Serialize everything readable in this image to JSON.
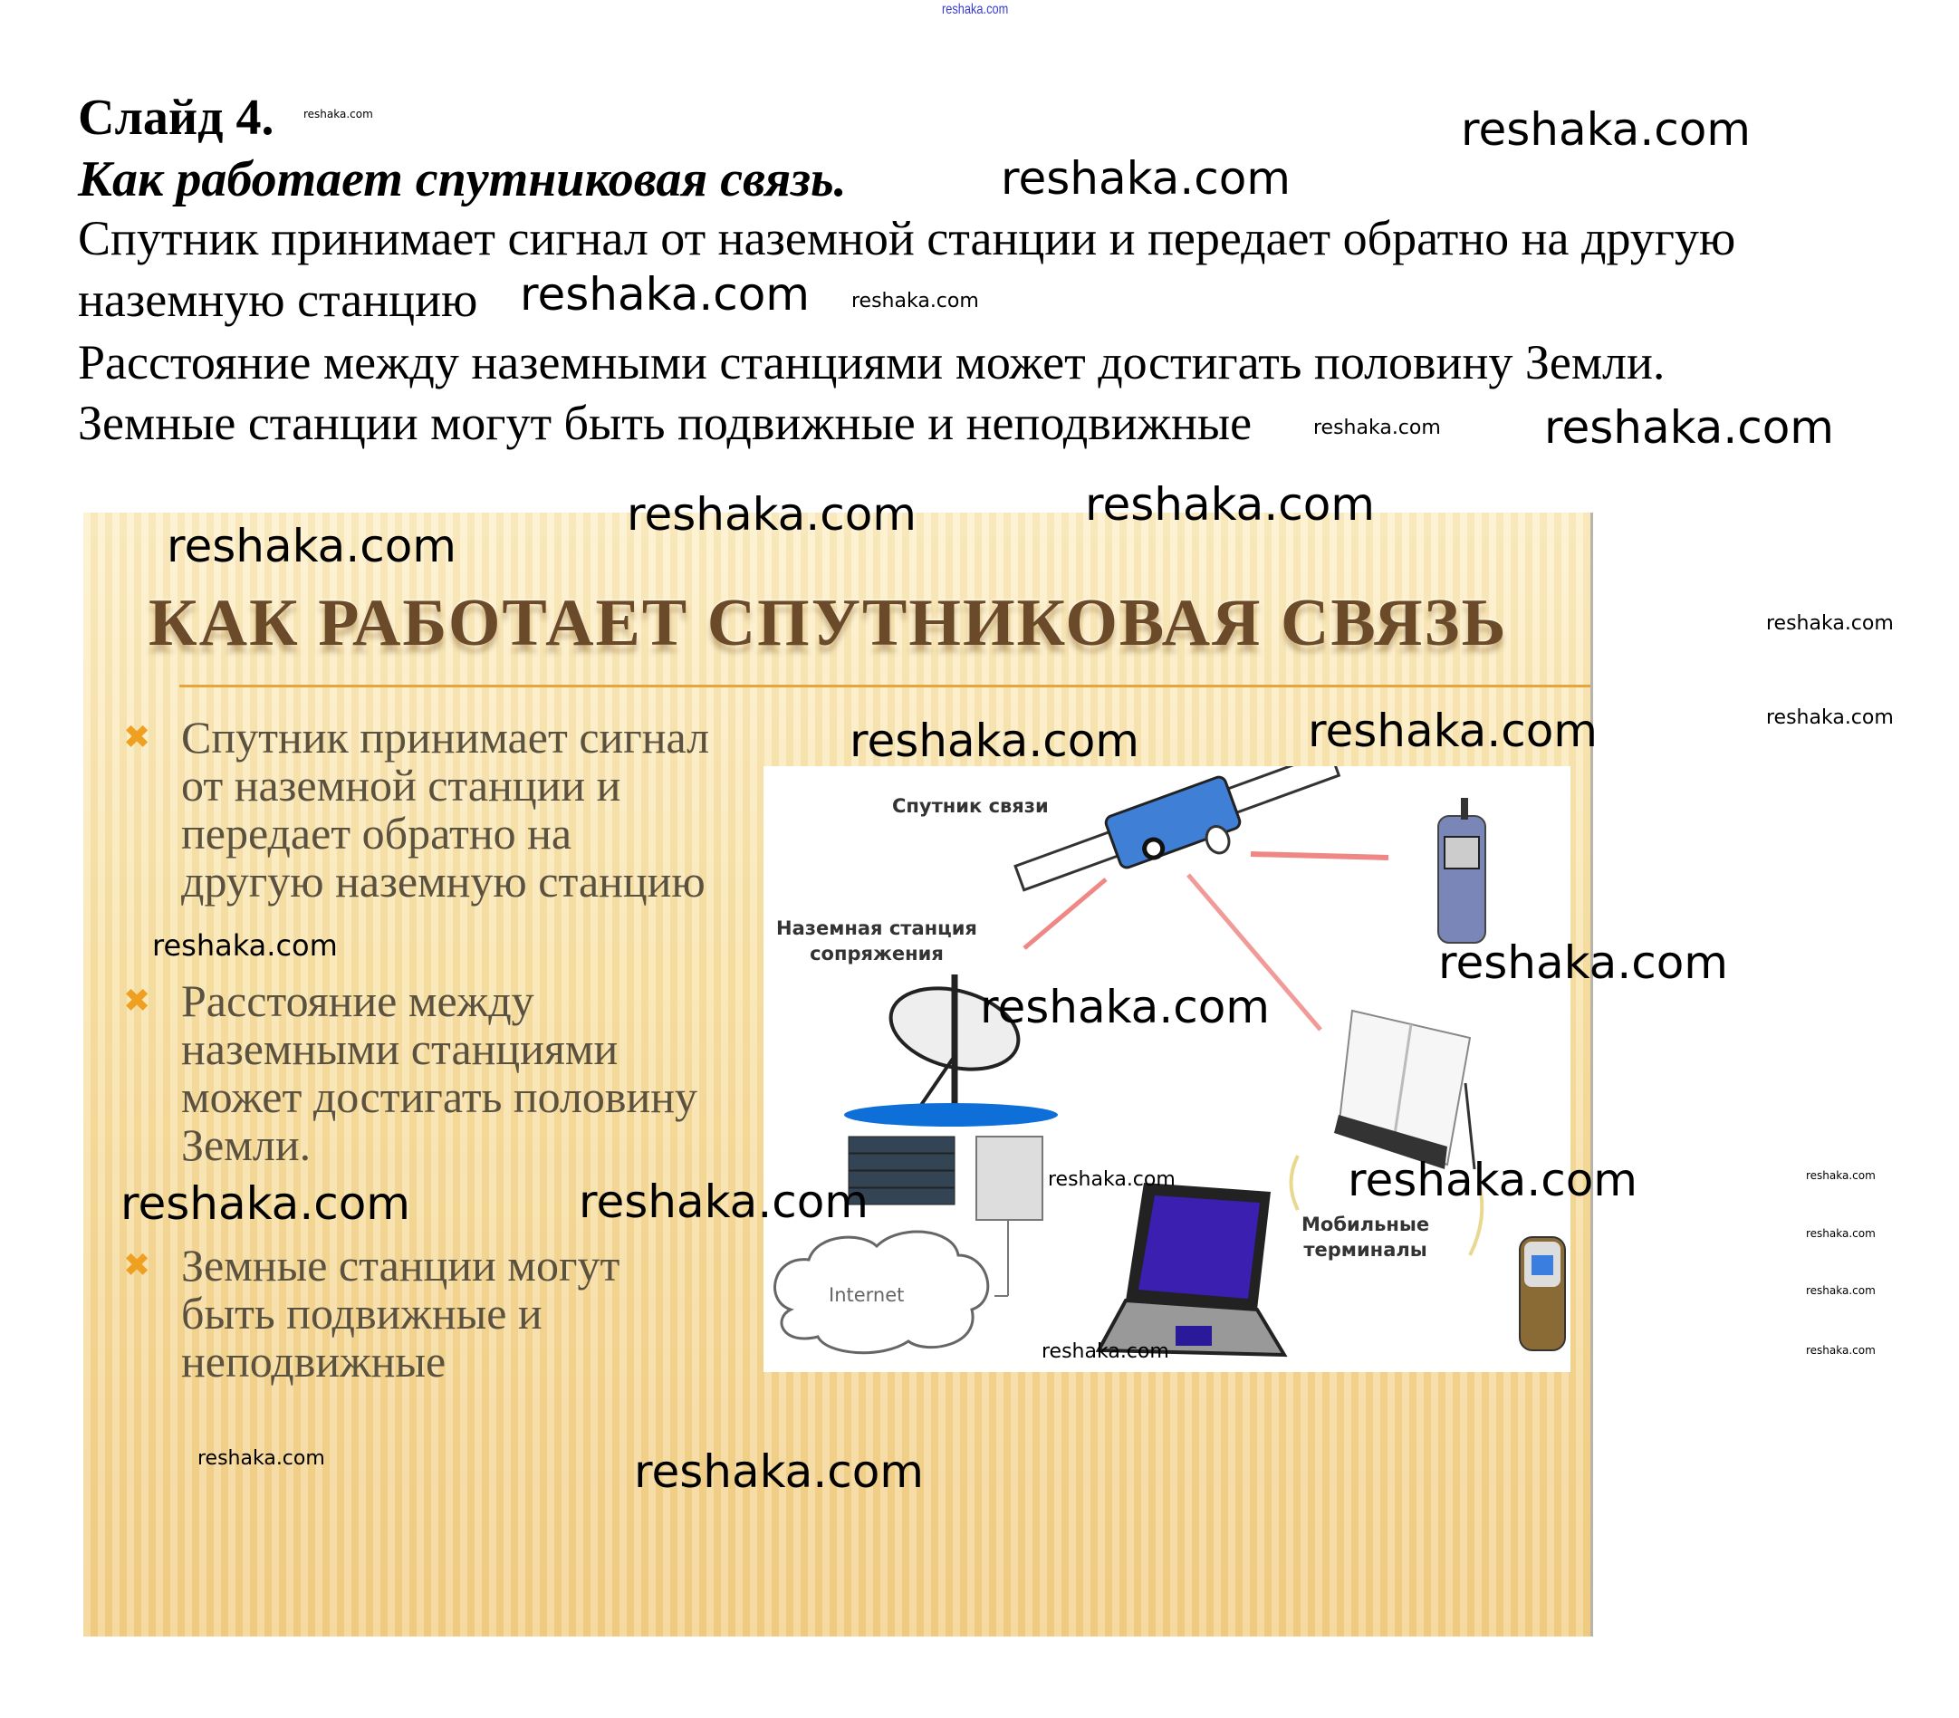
{
  "watermark": {
    "text": "reshaka.com",
    "top_link": "reshaka.com"
  },
  "document": {
    "slide_number": "Слайд 4.",
    "title": "Как работает спутниковая связь.",
    "lines": [
      "Спутник принимает сигнал от наземной станции и передает обратно на другую",
      "наземную станцию",
      "Расстояние между наземными станциями может достигать половину Земли.",
      "Земные станции могут быть подвижные и неподвижные"
    ]
  },
  "slide": {
    "heading": "КАК РАБОТАЕТ СПУТНИКОВАЯ СВЯЗЬ",
    "bullet_icon": "cross-bullet-icon",
    "bullets": [
      {
        "lines": [
          "Спутник принимает сигнал",
          "от наземной станции и",
          "передает обратно на",
          "другую наземную станцию"
        ]
      },
      {
        "lines": [
          "Расстояние между",
          "наземными станциями",
          "может достигать половину",
          "Земли."
        ]
      },
      {
        "lines": [
          "Земные станции могут",
          "быть подвижные и",
          "неподвижные"
        ]
      }
    ],
    "diagram": {
      "satellite_label": "Спутник связи",
      "ground_station_label_1": "Наземная станция",
      "ground_station_label_2": "сопряжения",
      "mobile_label_1": "Мобильные",
      "mobile_label_2": "терминалы",
      "internet_label": "Internet"
    }
  },
  "colors": {
    "heading": "#6b4a2a",
    "rule": "#e8a43a",
    "bullet": "#f0a020",
    "beam": "#e53935",
    "screen": "#3a1fb0"
  }
}
